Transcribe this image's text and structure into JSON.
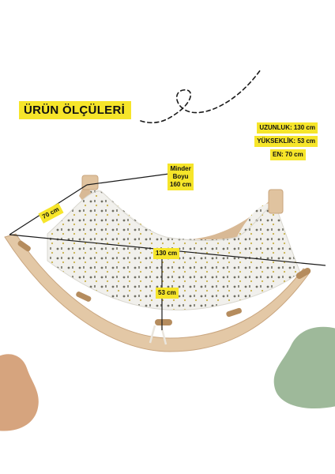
{
  "title": "ÜRÜN ÖLÇÜLERİ",
  "specs": {
    "length": "UZUNLUK: 130 cm",
    "height": "YÜKSEKLİK: 53 cm",
    "width": "EN: 70 cm"
  },
  "labels": {
    "cushion_line1": "Minder",
    "cushion_line2": "Boyu",
    "cushion_line3": "160 cm",
    "width_dim": "70 cm",
    "length_dim": "130 cm",
    "height_dim": "53 cm"
  },
  "colors": {
    "badge": "#f6e52a",
    "wood": "#e3c8a6",
    "cushion": "#f1f0ec",
    "blob_left": "#d6a47e",
    "blob_right": "#9eb99a"
  }
}
